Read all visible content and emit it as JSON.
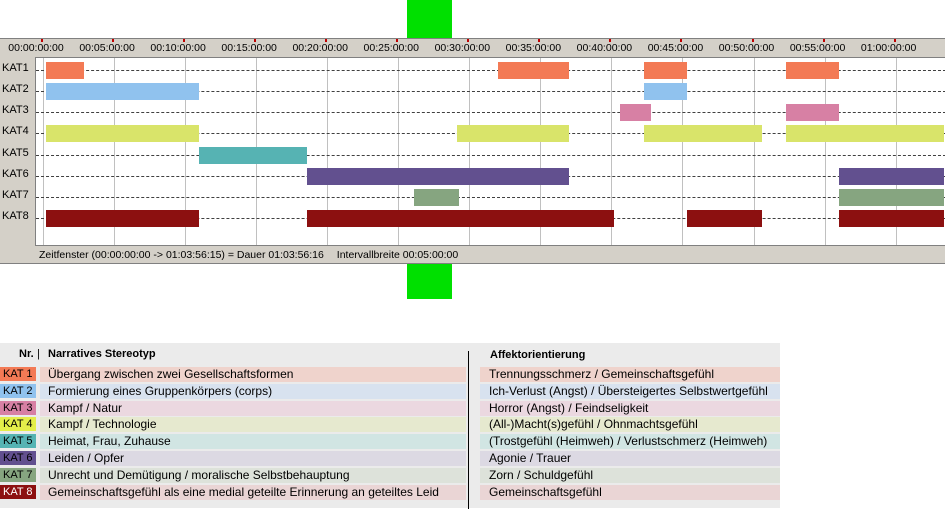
{
  "colors": {
    "KAT1": "#f37a55",
    "KAT2": "#90c2ee",
    "KAT3": "#d780a4",
    "KAT4": "#d9e46a",
    "KAT5": "#56b3b3",
    "KAT6": "#62508f",
    "KAT7": "#86a580",
    "KAT8": "#8c1010",
    "marker": "#00e000"
  },
  "timeline": {
    "ticks": [
      "00:00:00:00",
      "00:05:00:00",
      "00:10:00:00",
      "00:15:00:00",
      "00:20:00:00",
      "00:25:00:00",
      "00:30:00:00",
      "00:35:00:00",
      "00:40:00:00",
      "00:45:00:00",
      "00:50:00:00",
      "00:55:00:00",
      "01:00:00:00"
    ],
    "rows": [
      {
        "label": "KAT1",
        "segments": [
          [
            0.2,
            2.9
          ],
          [
            32.0,
            37.0
          ],
          [
            42.3,
            45.3
          ],
          [
            52.3,
            56.0
          ]
        ]
      },
      {
        "label": "KAT2",
        "segments": [
          [
            0.2,
            11.0
          ],
          [
            42.3,
            45.3
          ]
        ]
      },
      {
        "label": "KAT3",
        "segments": [
          [
            40.6,
            42.8
          ],
          [
            52.3,
            56.0
          ]
        ]
      },
      {
        "label": "KAT4",
        "segments": [
          [
            0.2,
            11.0
          ],
          [
            29.1,
            37.0
          ],
          [
            42.3,
            50.6
          ],
          [
            52.3,
            63.9
          ]
        ]
      },
      {
        "label": "KAT5",
        "segments": [
          [
            11.0,
            18.6
          ]
        ]
      },
      {
        "label": "KAT6",
        "segments": [
          [
            18.6,
            37.0
          ],
          [
            56.0,
            63.9
          ]
        ]
      },
      {
        "label": "KAT7",
        "segments": [
          [
            26.1,
            29.3
          ],
          [
            56.0,
            63.9
          ]
        ]
      },
      {
        "label": "KAT8",
        "segments": [
          [
            0.2,
            11.0
          ],
          [
            18.6,
            40.2
          ],
          [
            45.3,
            50.6
          ],
          [
            56.0,
            63.9
          ]
        ]
      }
    ],
    "status": {
      "window": "Zeitfenster (00:00:00:00 -> 01:03:56:15) = Dauer 01:03:56:16",
      "interval": "Intervallbreite 00:05:00:00"
    }
  },
  "legend": {
    "header": {
      "nr": "Nr.",
      "stereotype": "Narratives Stereotyp",
      "affect": "Affektorientierung"
    },
    "rows": [
      {
        "kat": "KAT 1",
        "stereotype": "Übergang zwischen zwei Gesellschaftsformen",
        "affect": "Trennungsschmerz / Gemeinschaftsgefühl",
        "bg": "#efd3cc",
        "badge": "#f37a55",
        "badge_text": "#000000"
      },
      {
        "kat": "KAT 2",
        "stereotype": "Formierung eines Gruppenkörpers (corps)",
        "affect": "Ich-Verlust (Angst) / Übersteigertes Selbstwertgefühl",
        "bg": "#d8e2ef",
        "badge": "#90c2ee",
        "badge_text": "#000000"
      },
      {
        "kat": "KAT 3",
        "stereotype": "Kampf / Natur",
        "affect": "Horror (Angst) / Feindseligkeit",
        "bg": "#ebd8e0",
        "badge": "#d780a4",
        "badge_text": "#000000"
      },
      {
        "kat": "KAT 4",
        "stereotype": "Kampf / Technologie",
        "affect": "(All-)Macht(s)gefühl / Ohnmachtsgefühl",
        "bg": "#e6e9cf",
        "badge": "#e4ee4a",
        "badge_text": "#000000"
      },
      {
        "kat": "KAT 5",
        "stereotype": "Heimat, Frau, Zuhause",
        "affect": "(Trostgefühl (Heimweh) / Verlustschmerz (Heimweh)",
        "bg": "#d1e5e3",
        "badge": "#56b3b3",
        "badge_text": "#000000"
      },
      {
        "kat": "KAT 6",
        "stereotype": "Leiden / Opfer",
        "affect": "Agonie / Trauer",
        "bg": "#dcd9e3",
        "badge": "#62508f",
        "badge_text": "#000000"
      },
      {
        "kat": "KAT 7",
        "stereotype": "Unrecht und Demütigung / moralische Selbstbehauptung",
        "affect": "Zorn / Schuldgefühl",
        "bg": "#dde2da",
        "badge": "#86a580",
        "badge_text": "#000000"
      },
      {
        "kat": "KAT 8",
        "stereotype": "Gemeinschaftsgefühl als eine medial geteilte Erinnerung an geteiltes Leid",
        "affect": "Gemeinschaftsgefühl",
        "bg": "#ead5d5",
        "badge": "#8c1010",
        "badge_text": "#ffffff"
      }
    ]
  }
}
